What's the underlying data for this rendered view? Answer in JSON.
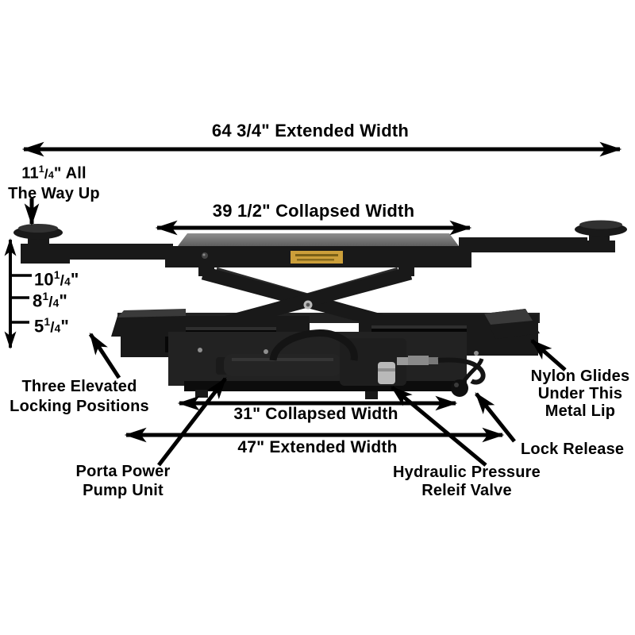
{
  "page": {
    "background": "#ffffff"
  },
  "colors": {
    "background": "#ffffff",
    "ink": "#000000",
    "jack": "#191919",
    "jack-mid": "#222222",
    "jack-light": "#313131",
    "deck-top": "#8d8d8d",
    "deck-bottom": "#5e5e5e",
    "sticker": "#cc9f3a",
    "metal": "#b9b9b9",
    "hole": "#070707"
  },
  "dimensions": {
    "extended_top": {
      "label": "64 3/4\" Extended Width"
    },
    "collapsed_top": {
      "label": "39 1/2\" Collapsed Width"
    },
    "collapsed_bottom": {
      "label": "31\" Collapsed Width"
    },
    "extended_bottom": {
      "label": "47\" Extended Width"
    },
    "max_height": {
      "whole": "11",
      "num": "1",
      "den": "4",
      "unit": "\"",
      "rest": " All",
      "line2": "The Way Up"
    },
    "height_ticks": [
      {
        "whole": "10",
        "num": "1",
        "den": "4",
        "unit": "\""
      },
      {
        "whole": "8",
        "num": "1",
        "den": "4",
        "unit": "\""
      },
      {
        "whole": "5",
        "num": "1",
        "den": "4",
        "unit": "\""
      }
    ]
  },
  "callouts": {
    "locking_positions": {
      "line1": "Three Elevated",
      "line2": "Locking Positions"
    },
    "pump": {
      "line1": "Porta Power",
      "line2": "Pump Unit"
    },
    "relief_valve": {
      "line1": "Hydraulic Pressure",
      "line2": "Releif Valve"
    },
    "lock_release": {
      "label": "Lock Release"
    },
    "nylon_glides": {
      "line1": "Nylon Glides",
      "line2": "Under This",
      "line3": "Metal Lip"
    }
  }
}
